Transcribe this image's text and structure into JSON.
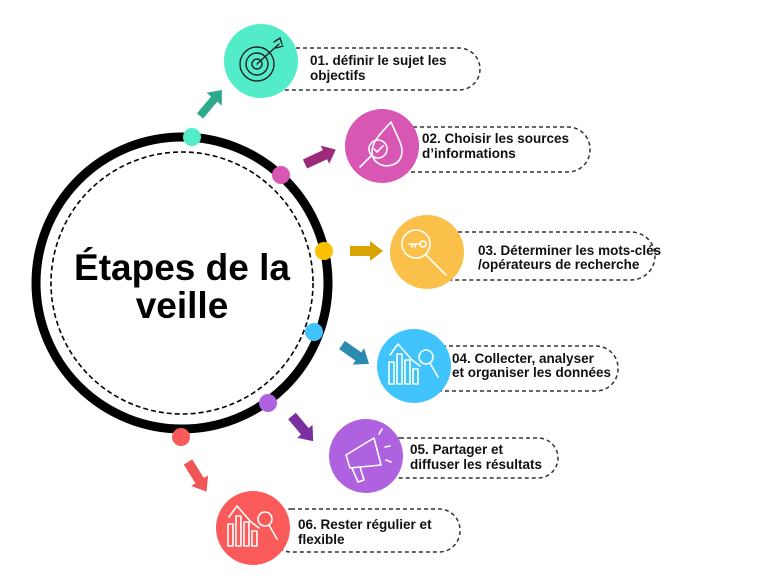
{
  "title": {
    "line1": "Étapes de la",
    "line2": "veille"
  },
  "steps": [
    {
      "line1": "01. définir le sujet les",
      "line2": "objectifs",
      "icon": "target-icon",
      "color": "#52edc8",
      "arrow_color": "#2fa98c"
    },
    {
      "line1": "02. Choisir les sources",
      "line2": "d’informations",
      "icon": "search-drop-icon",
      "color": "#d957b4",
      "arrow_color": "#9b2a7a"
    },
    {
      "line1": "03. Déterminer les  mots-clés",
      "line2": "/opérateurs de recherche",
      "icon": "key-search-icon",
      "color": "#fbc04a",
      "arrow_color": "#d9a300"
    },
    {
      "line1": "04. Collecter, analyser",
      "line2": "et organiser les données",
      "icon": "chart-search-icon",
      "color": "#40c4fb",
      "arrow_color": "#2a8ab0"
    },
    {
      "line1": "05. Partager et",
      "line2": "diffuser les résultats",
      "icon": "megaphone-icon",
      "color": "#af62e0",
      "arrow_color": "#7b2ea0"
    },
    {
      "line1": "06. Rester régulier et",
      "line2": "flexible",
      "icon": "chart-search-icon",
      "color": "#fb5a5a",
      "arrow_color": "#f05656"
    }
  ]
}
